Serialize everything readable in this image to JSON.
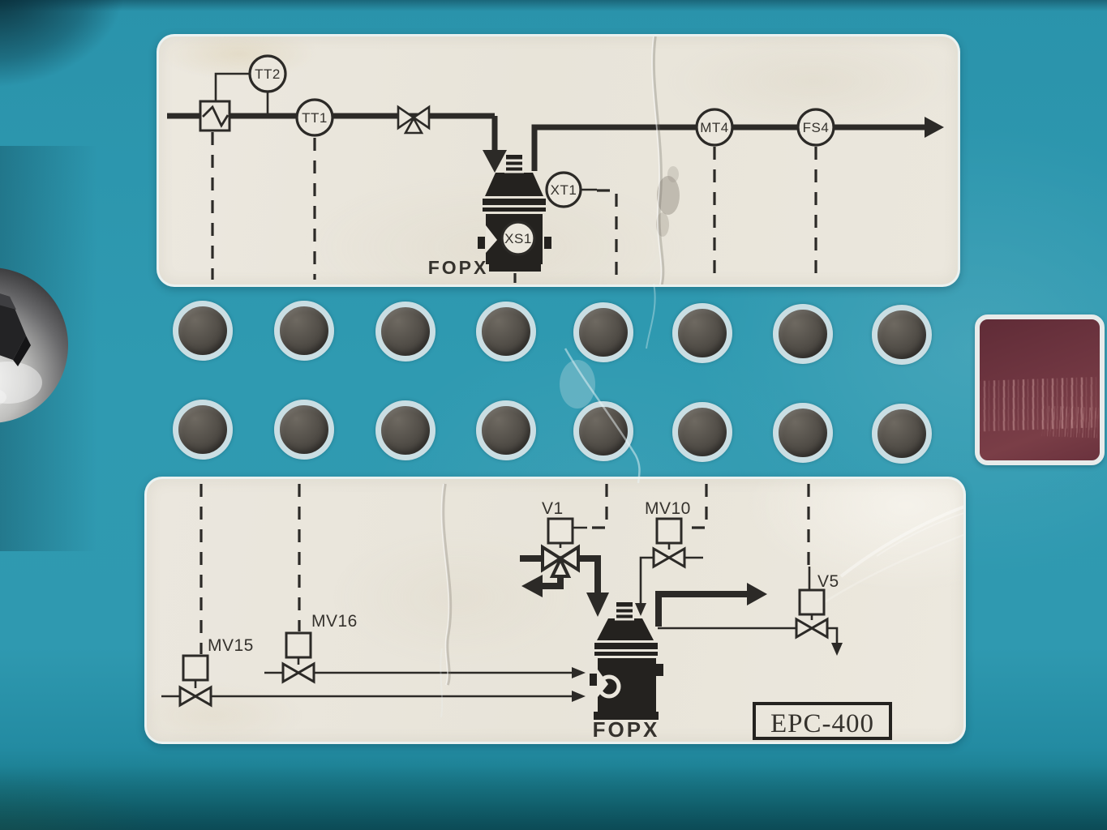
{
  "colors": {
    "background": "#2f9ab1",
    "plate": "#eae6dc",
    "ink": "#2c2a27",
    "sticker": "#6d3440",
    "hole_ring": "#cadee3"
  },
  "top_diagram": {
    "labels": {
      "tt2": "TT2",
      "tt1": "TT1",
      "xt1": "XT1",
      "xs1": "XS1",
      "mt4": "MT4",
      "fs4": "FS4",
      "separator": "FOPX"
    }
  },
  "bottom_diagram": {
    "labels": {
      "v1": "V1",
      "mv10": "MV10",
      "mv15": "MV15",
      "mv16": "MV16",
      "v5": "V5",
      "separator": "FOPX",
      "model": "EPC-400"
    }
  },
  "indicators": {
    "rows": 2,
    "columns": 8
  }
}
